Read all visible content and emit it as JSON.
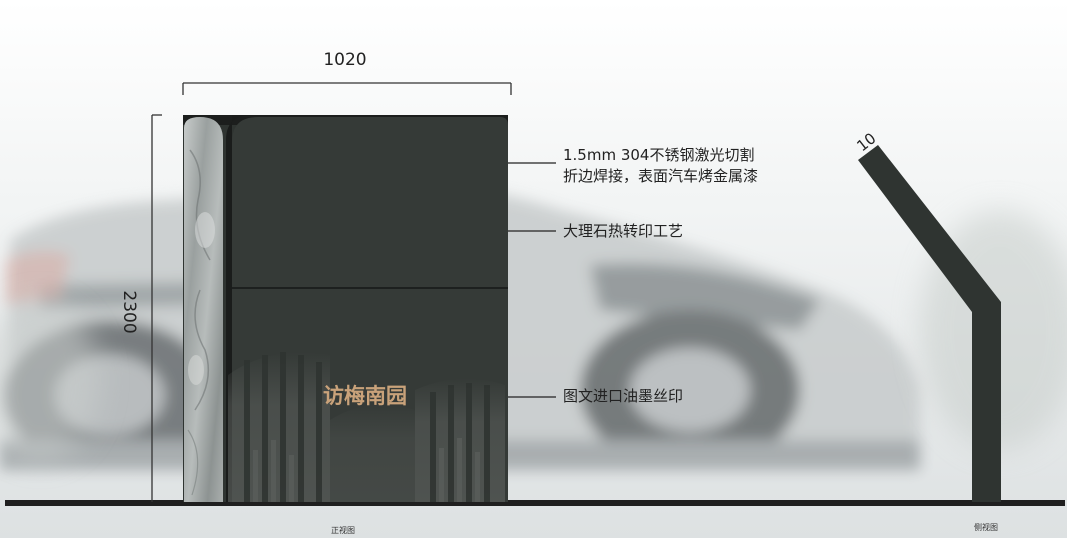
{
  "dimensions": {
    "width_label": "1020",
    "height_label": "2300",
    "thickness_label": "10"
  },
  "sign": {
    "name": "访梅南园"
  },
  "callouts": [
    {
      "line1": "1.5mm 304不锈钢激光切割",
      "line2": "折边焊接，表面汽车烤金属漆"
    },
    {
      "line1": "大理石热转印工艺"
    },
    {
      "line1": "图文进口油墨丝印"
    }
  ],
  "views": {
    "front": "正视图",
    "side": "侧视图"
  },
  "colors": {
    "panel": "#2f3431",
    "accent": "#c9a27a",
    "ground": "#1f1f1f"
  },
  "icons": {
    "car": "blurred-car-icon",
    "marble_strip": "marble-strip-icon"
  }
}
